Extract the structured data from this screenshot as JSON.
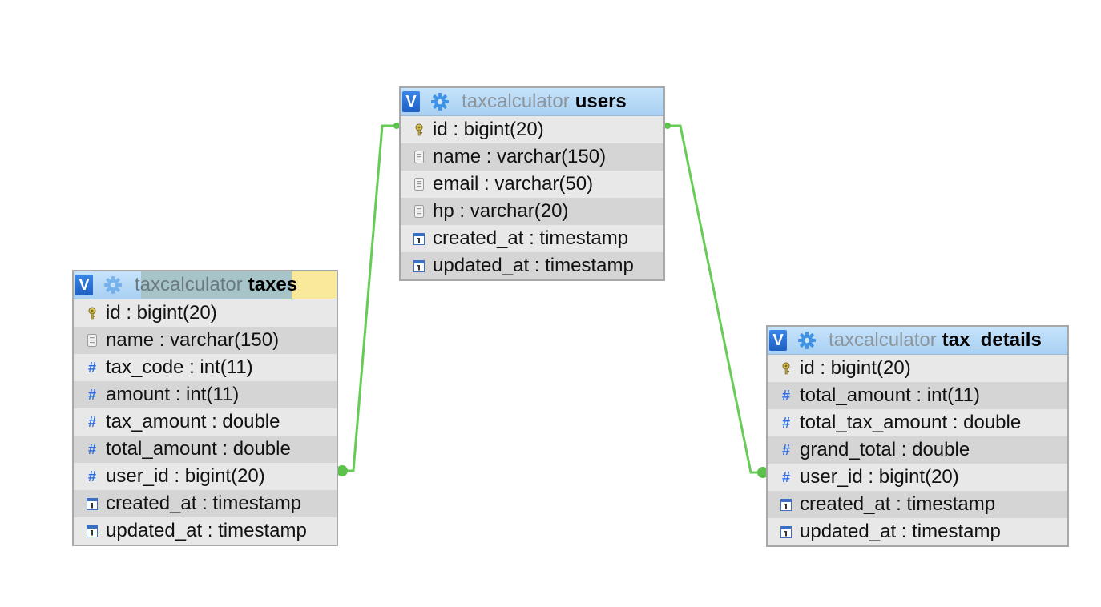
{
  "colors": {
    "relation_line": "#66cc55",
    "header_bg": "#b8dbf8",
    "highlight_bg": "#fbe99b"
  },
  "tables": {
    "users": {
      "db": "taxcalculator",
      "name": "users",
      "toggle_label": "V",
      "columns": [
        {
          "icon": "key-icon",
          "text": "id : bigint(20)"
        },
        {
          "icon": "text-field-icon",
          "text": "name : varchar(150)"
        },
        {
          "icon": "text-field-icon",
          "text": "email : varchar(50)"
        },
        {
          "icon": "text-field-icon",
          "text": "hp : varchar(20)"
        },
        {
          "icon": "date-icon",
          "text": "created_at : timestamp"
        },
        {
          "icon": "date-icon",
          "text": "updated_at : timestamp"
        }
      ]
    },
    "taxes": {
      "db": "taxcalculator",
      "name": "taxes",
      "toggle_label": "V",
      "columns": [
        {
          "icon": "key-icon",
          "text": "id : bigint(20)"
        },
        {
          "icon": "text-field-icon",
          "text": "name : varchar(150)"
        },
        {
          "icon": "number-icon",
          "text": "tax_code : int(11)"
        },
        {
          "icon": "number-icon",
          "text": "amount : int(11)"
        },
        {
          "icon": "number-icon",
          "text": "tax_amount : double"
        },
        {
          "icon": "number-icon",
          "text": "total_amount : double"
        },
        {
          "icon": "number-icon",
          "text": "user_id : bigint(20)"
        },
        {
          "icon": "date-icon",
          "text": "created_at : timestamp"
        },
        {
          "icon": "date-icon",
          "text": "updated_at : timestamp"
        }
      ]
    },
    "tax_details": {
      "db": "taxcalculator",
      "name": "tax_details",
      "toggle_label": "V",
      "columns": [
        {
          "icon": "key-icon",
          "text": "id : bigint(20)"
        },
        {
          "icon": "number-icon",
          "text": "total_amount : int(11)"
        },
        {
          "icon": "number-icon",
          "text": "total_tax_amount : double"
        },
        {
          "icon": "number-icon",
          "text": "grand_total : double"
        },
        {
          "icon": "number-icon",
          "text": "user_id : bigint(20)"
        },
        {
          "icon": "date-icon",
          "text": "created_at : timestamp"
        },
        {
          "icon": "date-icon",
          "text": "updated_at : timestamp"
        }
      ]
    }
  },
  "relations": [
    {
      "from": "taxes.user_id",
      "to": "users.id"
    },
    {
      "from": "tax_details.user_id",
      "to": "users.id"
    }
  ]
}
